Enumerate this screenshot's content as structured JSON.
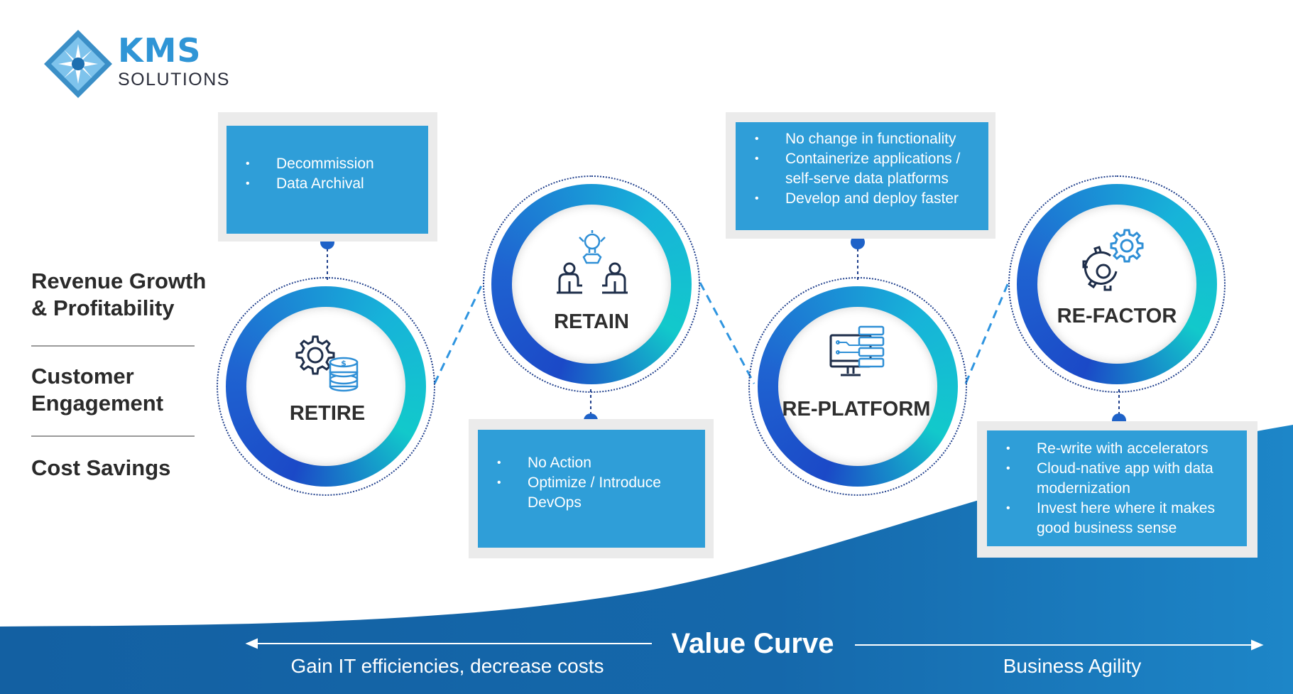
{
  "brand": {
    "name": "KMS",
    "subtitle": "SOLUTIONS",
    "primary_color": "#2f95d6"
  },
  "benefits": [
    {
      "label": "Revenue Growth & Profitability"
    },
    {
      "label": "Customer Engagement"
    },
    {
      "label": "Cost Savings"
    }
  ],
  "stages": {
    "retire": {
      "title": "RETIRE",
      "icon": "gear-database-icon",
      "points": [
        "Decommission",
        "Data Archival"
      ]
    },
    "retain": {
      "title": "RETAIN",
      "icon": "team-idea-icon",
      "points": [
        "No Action",
        "Optimize / Introduce DevOps"
      ]
    },
    "replatform": {
      "title": "RE-PLATFORM",
      "icon": "monitor-server-icon",
      "points": [
        "No change in functionality",
        "Containerize applications / self-serve data platforms",
        "Develop and deploy faster"
      ]
    },
    "refactor": {
      "title": "RE-FACTOR",
      "icon": "gears-icon",
      "points": [
        "Re-write with accelerators",
        "Cloud-native app with data modernization",
        "Invest here where it makes good business sense"
      ]
    }
  },
  "value_curve": {
    "title": "Value Curve",
    "left_caption": "Gain IT efficiencies, decrease costs",
    "right_caption": "Business Agility"
  },
  "colors": {
    "box_blue": "#2f9ed8",
    "box_frame": "#ebebeb",
    "wave_dark": "#1263a4",
    "wave_light": "#1b7fc4"
  }
}
